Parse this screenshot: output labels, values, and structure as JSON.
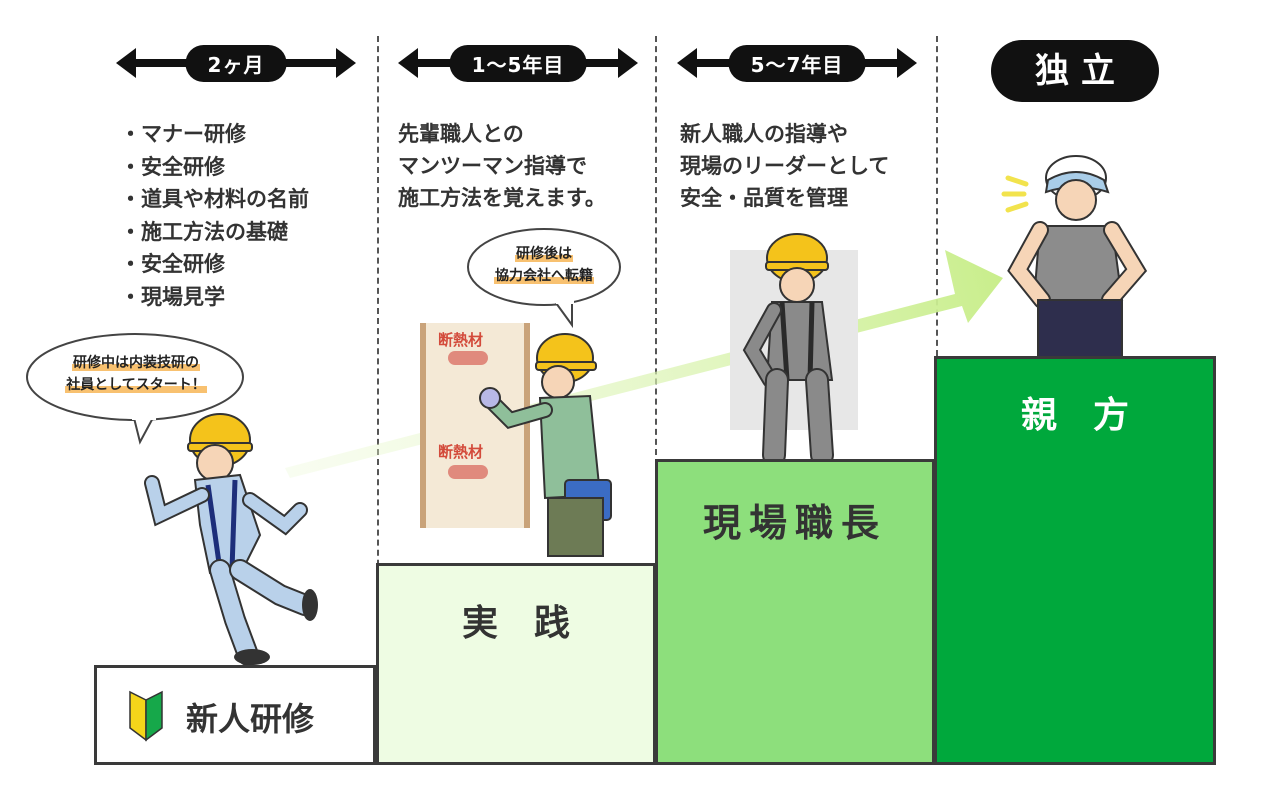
{
  "periods": [
    {
      "label": "2ヶ月"
    },
    {
      "label": "1～5年目"
    },
    {
      "label": "5～7年目"
    }
  ],
  "final_badge": "独立",
  "training_items": [
    "マナー研修",
    "安全研修",
    "道具や材料の名前",
    "施工方法の基礎",
    "安全研修",
    "現場見学"
  ],
  "practice_desc": [
    "先輩職人との",
    "マンツーマン指導で",
    "施工方法を覚えます。"
  ],
  "leader_desc": [
    "新人職人の指導や",
    "現場のリーダーとして",
    "安全・品質を管理"
  ],
  "bubble_training": [
    "研修中は内装技研の",
    "社員としてスタート！"
  ],
  "bubble_practice": [
    "研修後は",
    "協力会社へ転籍"
  ],
  "steps": [
    {
      "label": "新人研修",
      "color": "#ffffff"
    },
    {
      "label": "実　践",
      "color": "#eefce3"
    },
    {
      "label": "現場職長",
      "color": "#8ddf7c"
    },
    {
      "label": "親　方",
      "color": "#00a83c"
    }
  ],
  "colors": {
    "arrow": "#d8f2a6",
    "outline": "#3a3a3a"
  }
}
